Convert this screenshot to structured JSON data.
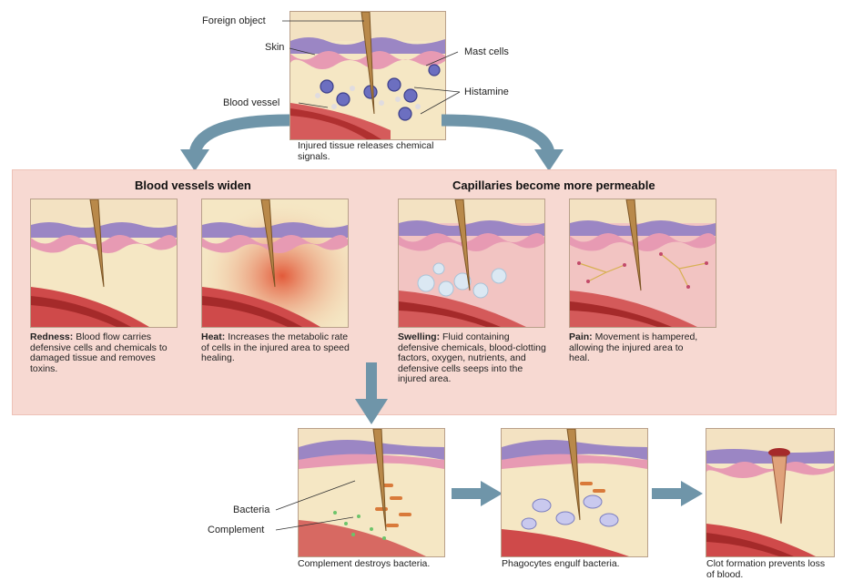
{
  "top": {
    "labels": {
      "foreign_object": "Foreign object",
      "skin": "Skin",
      "blood_vessel": "Blood vessel",
      "mast_cells": "Mast cells",
      "histamine": "Histamine"
    },
    "caption": "Injured tissue releases chemical signals."
  },
  "panel": {
    "left_heading": "Blood vessels widen",
    "right_heading": "Capillaries become more permeable",
    "steps": [
      {
        "title": "Redness:",
        "text": "Blood flow carries defensive cells and chemicals to damaged tissue and removes toxins."
      },
      {
        "title": "Heat:",
        "text": "Increases the metabolic rate of cells in the injured area to speed healing."
      },
      {
        "title": "Swelling:",
        "text": "Fluid containing defensive chemicals, blood-clotting factors, oxygen, nutrients, and defensive cells seeps into the injured area."
      },
      {
        "title": "Pain:",
        "text": "Movement is hampered, allowing the injured area to heal."
      }
    ]
  },
  "bottom": {
    "labels": {
      "bacteria": "Bacteria",
      "complement": "Complement"
    },
    "captions": [
      "Complement destroys bacteria.",
      "Phagocytes engulf bacteria.",
      "Clot formation prevents loss of blood."
    ]
  },
  "colors": {
    "panel_bg": "#f7d9d2",
    "arrow": "#6f95a9",
    "skin_purple": "#9b86c4",
    "skin_pink": "#e79ab3",
    "tissue": "#f5e7c4",
    "vessel": "#c83a3a",
    "needle": "#b9894a"
  }
}
